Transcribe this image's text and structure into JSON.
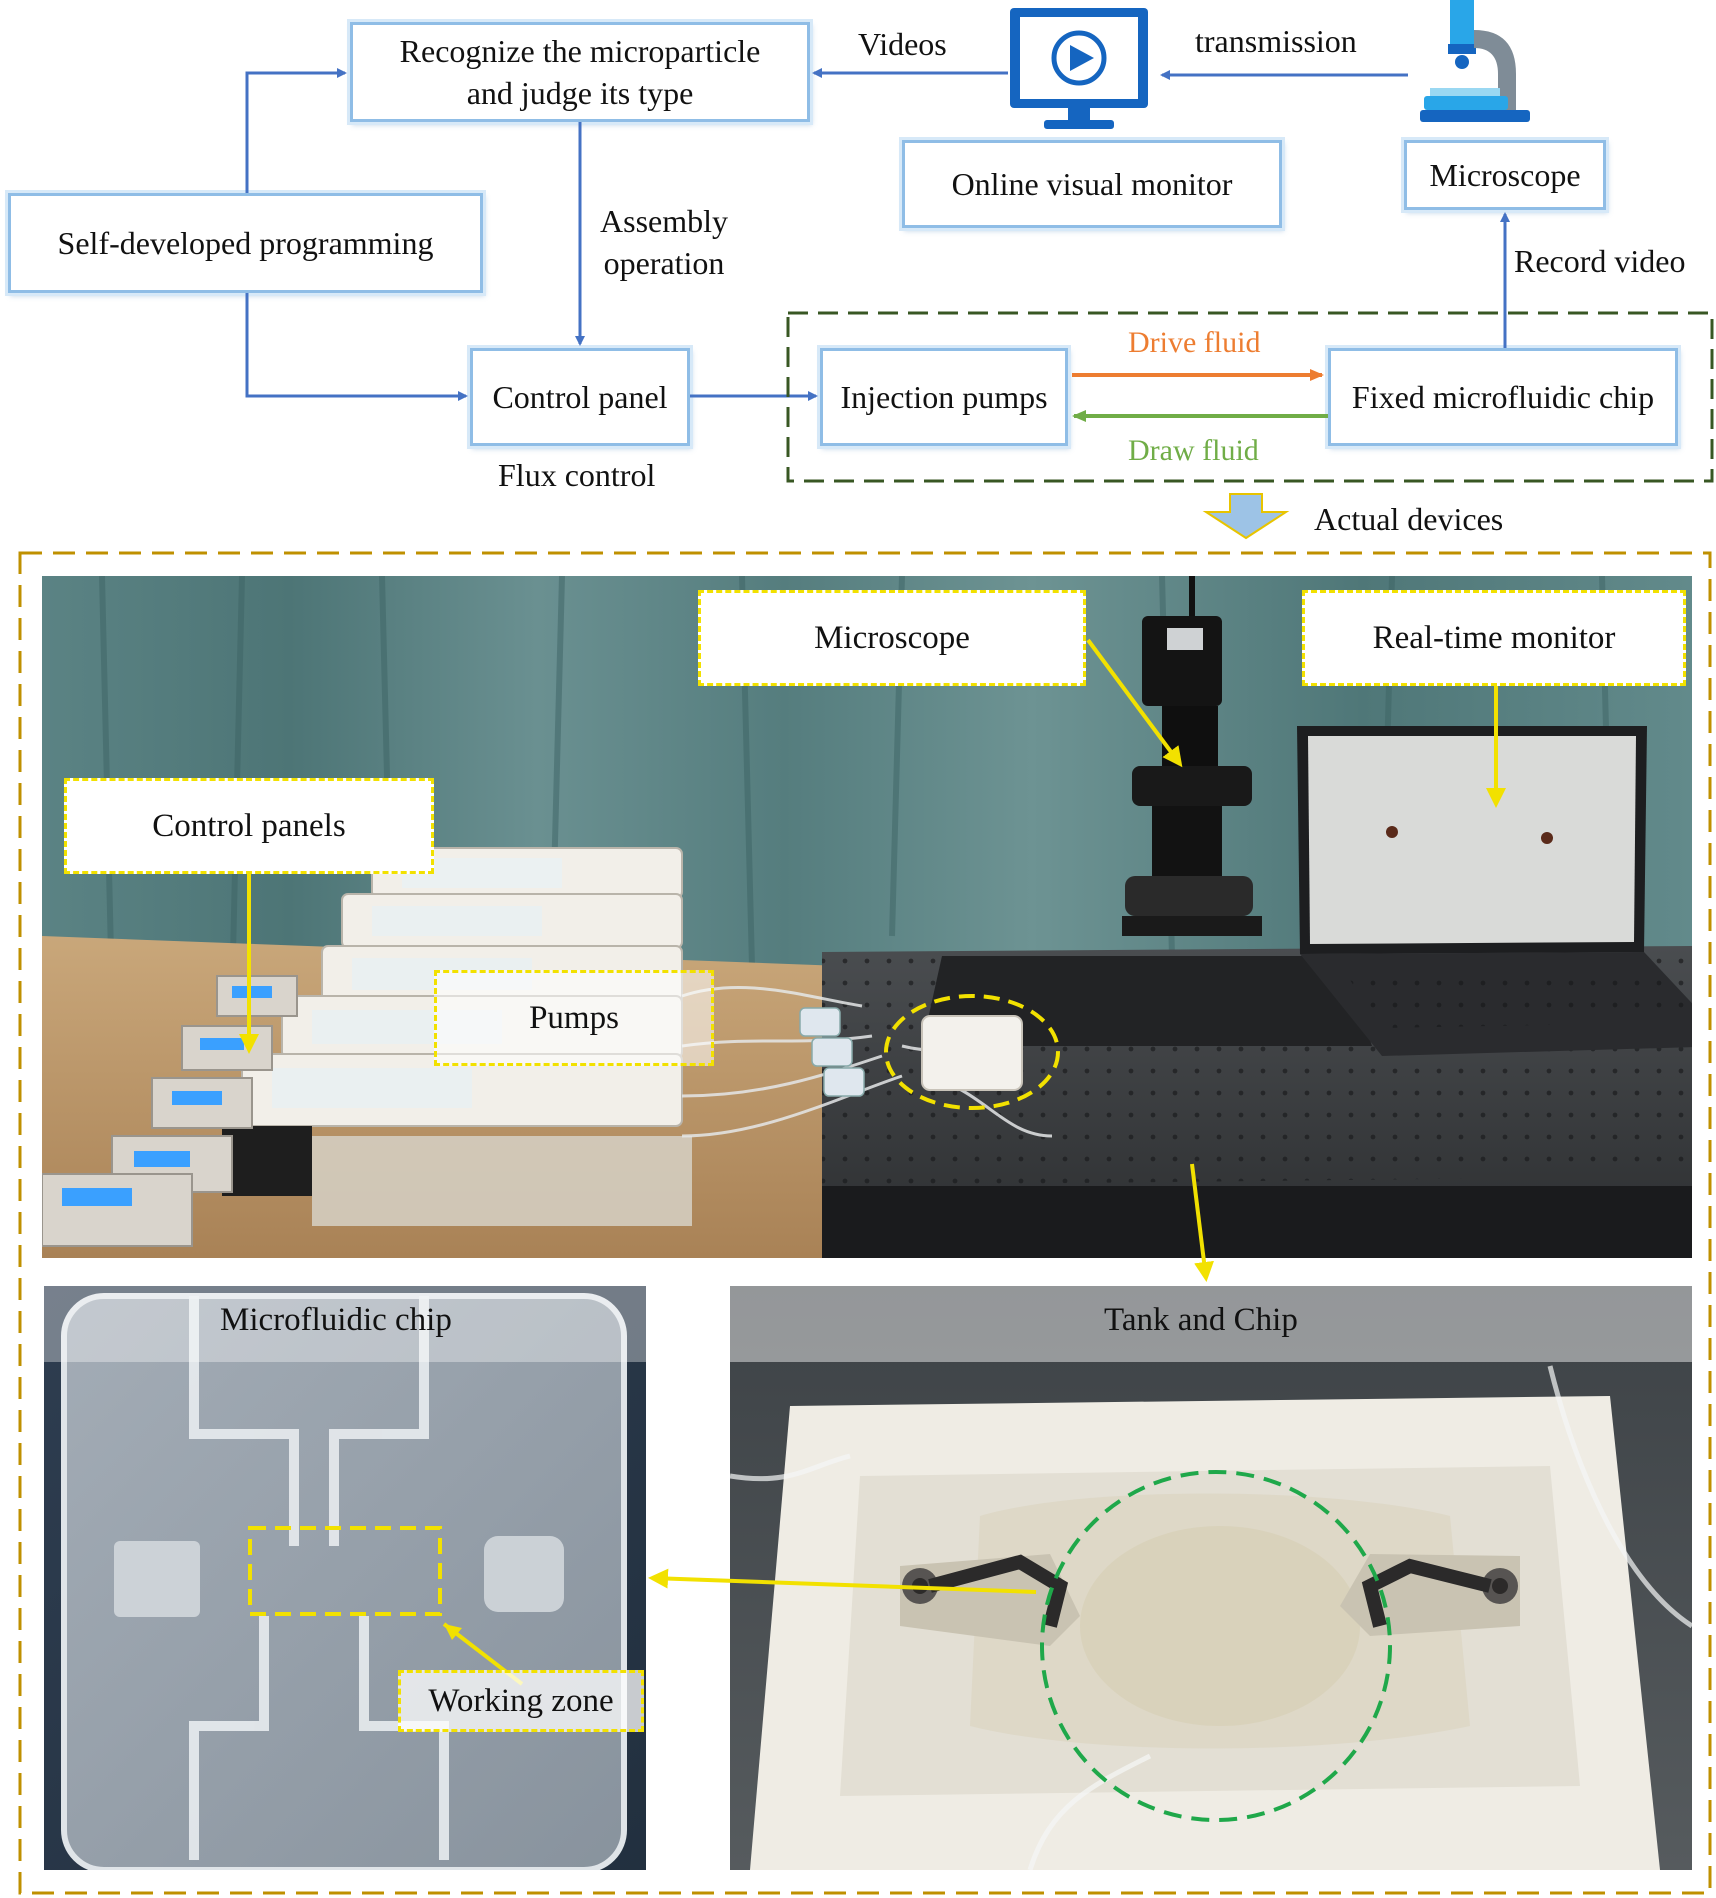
{
  "flow": {
    "recognize": "Recognize the microparticle\nand judge its type",
    "programming": "Self-developed programming",
    "control_panel": "Control panel",
    "injection_pumps": "Injection pumps",
    "fixed_chip": "Fixed microfluidic chip",
    "monitor": "Online visual monitor",
    "microscope": "Microscope",
    "videos": "Videos",
    "transmission": "transmission",
    "assembly": "Assembly\noperation",
    "record_video": "Record video",
    "flux_control": "Flux control",
    "drive_fluid": "Drive fluid",
    "draw_fluid": "Draw fluid",
    "actual_devices": "Actual devices"
  },
  "photo_labels": {
    "microscope": "Microscope",
    "realtime_monitor": "Real-time monitor",
    "control_panels": "Control panels",
    "pumps": "Pumps",
    "microfluidic_chip": "Microfluidic chip",
    "tank_and_chip": "Tank and Chip",
    "working_zone": "Working zone"
  },
  "colors": {
    "arrow_blue": "#4472c4",
    "drive_orange": "#ed7d31",
    "draw_green": "#70ad47",
    "dashed_dark_green": "#385723",
    "dashed_gold": "#bf9000",
    "label_yellow": "#f2e100",
    "chip_circle_green": "#1fa84a"
  }
}
